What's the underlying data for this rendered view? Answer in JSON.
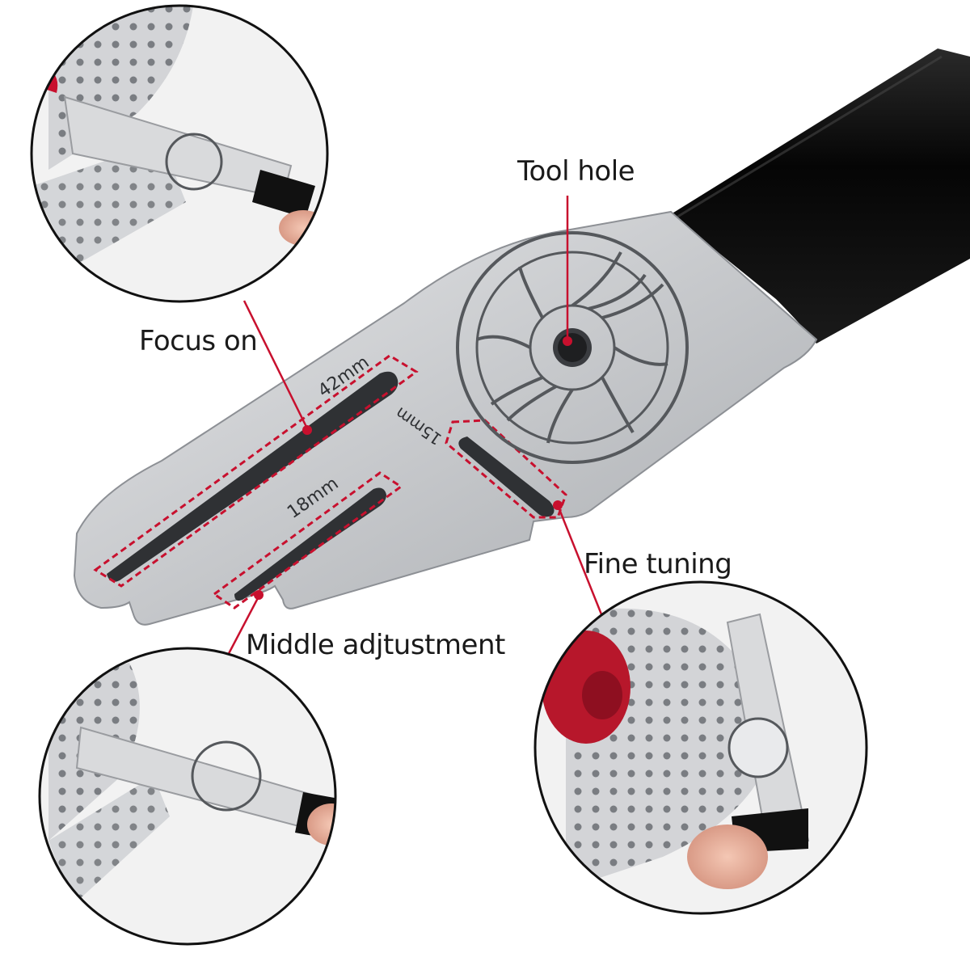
{
  "callouts": {
    "tool_hole": "Tool hole",
    "focus_on": "Focus on",
    "fine_tuning": "Fine tuning",
    "middle_adjustment": "Middle adjtustment"
  },
  "slot_marks": {
    "slot_42": "42mm",
    "slot_18": "18mm",
    "slot_15": "15mm"
  },
  "colors": {
    "accent_red": "#c8102e",
    "steel": "#c9cbce",
    "handle": "#0d0d0d"
  },
  "icons": [
    "brake-rotor-engraving"
  ]
}
